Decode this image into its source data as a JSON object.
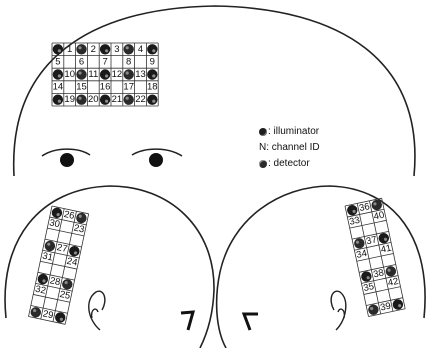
{
  "legend": {
    "illuminator_label": ": illuminator",
    "channel_label": "N: channel ID",
    "channel_prefix": "N",
    "detector_label": ": detector"
  },
  "front_probe": {
    "row1": [
      "1",
      "2",
      "3",
      "4"
    ],
    "row2": [
      "5",
      "6",
      "7",
      "8",
      "9"
    ],
    "row3": [
      "10",
      "11",
      "12",
      "13"
    ],
    "row4": [
      "14",
      "15",
      "16",
      "17",
      "18"
    ],
    "row5": [
      "19",
      "20",
      "21",
      "22"
    ]
  },
  "left_probe": {
    "channels": [
      "26",
      "30",
      "23",
      "27",
      "31",
      "24",
      "28",
      "32",
      "25",
      "29"
    ]
  },
  "right_probe": {
    "channels": [
      "36",
      "33",
      "40",
      "37",
      "34",
      "41",
      "38",
      "35",
      "42",
      "39"
    ]
  }
}
